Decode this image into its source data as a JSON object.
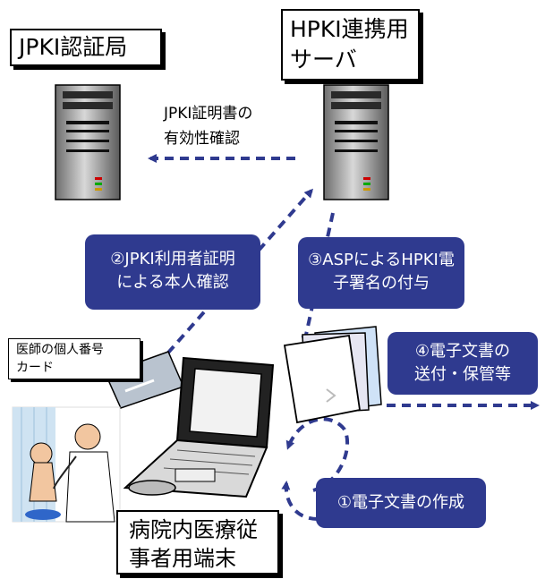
{
  "nodes": {
    "jpki_ca": "JPKI認証局",
    "hpki_server": [
      "HPKI連携用",
      "サーバ"
    ],
    "card": [
      "医師の個人番号",
      "カード"
    ],
    "terminal": [
      "病院内医療従",
      "事者用端末"
    ]
  },
  "caption": [
    "JPKI証明書の",
    "有効性確認"
  ],
  "steps": {
    "step1": "①電子文書の作成",
    "step2": [
      "②JPKI利用者証明",
      "による本人確認"
    ],
    "step3": [
      "③ASPによるHPKI電",
      "子署名の付与"
    ],
    "step4": [
      "④電子文書の",
      "送付・保管等"
    ]
  },
  "colors": {
    "step_fill": "#2f3a8f",
    "arrow": "#2f3a8f"
  }
}
